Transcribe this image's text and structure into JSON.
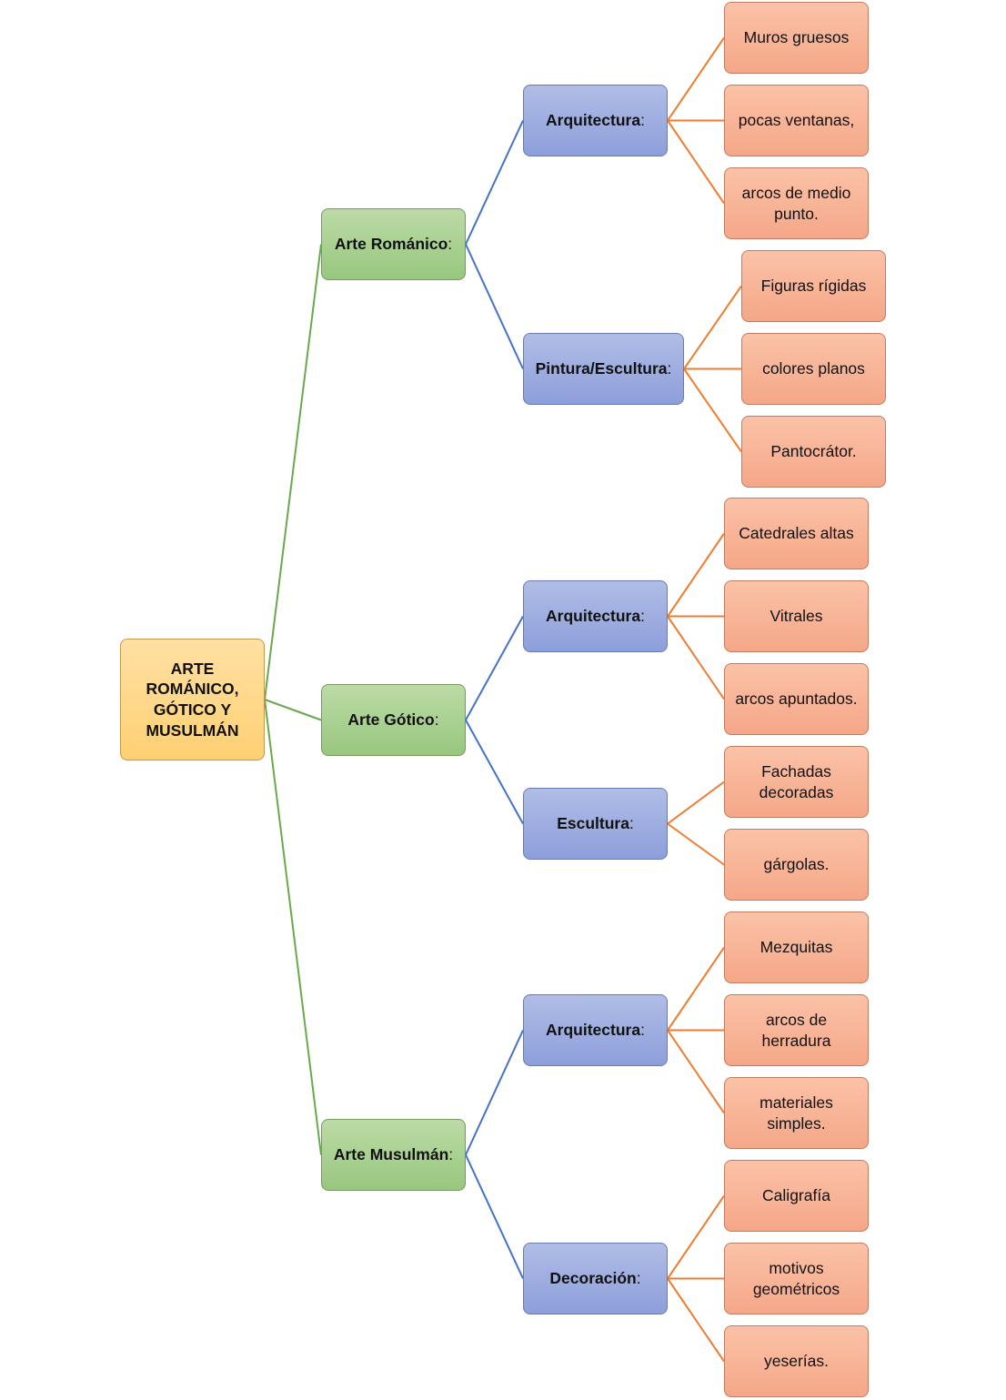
{
  "colors": {
    "root": "#ffd072",
    "level1": "#98c77f",
    "level2": "#8d9fdb",
    "leaf": "#f5a788",
    "line_level1": "#6aa84f",
    "line_level2": "#4472c4",
    "line_leaf": "#ed7d31"
  },
  "root": {
    "label": "ARTE ROMÁNICO, GÓTICO Y MUSULMÁN"
  },
  "branches": [
    {
      "label": "Arte Románico",
      "suffix": ":",
      "groups": [
        {
          "label": "Arquitectura",
          "suffix": ":",
          "items": [
            "Muros gruesos",
            "pocas ventanas,",
            "arcos de medio punto."
          ]
        },
        {
          "label": "Pintura/Escultura",
          "suffix": ":",
          "items": [
            "Figuras rígidas",
            "colores planos",
            "Pantocrátor."
          ]
        }
      ]
    },
    {
      "label": "Arte Gótico",
      "suffix": ":",
      "groups": [
        {
          "label": "Arquitectura",
          "suffix": ":",
          "items": [
            "Catedrales altas",
            "Vitrales",
            "arcos apuntados."
          ]
        },
        {
          "label": "Escultura",
          "suffix": ":",
          "items": [
            "Fachadas decoradas",
            "gárgolas."
          ]
        }
      ]
    },
    {
      "label": "Arte Musulmán",
      "suffix": ":",
      "groups": [
        {
          "label": "Arquitectura",
          "suffix": ":",
          "items": [
            "Mezquitas",
            "arcos de herradura",
            "materiales simples."
          ]
        },
        {
          "label": "Decoración",
          "suffix": ":",
          "items": [
            "Caligrafía",
            "motivos geométricos",
            "yeserías."
          ]
        }
      ]
    }
  ]
}
